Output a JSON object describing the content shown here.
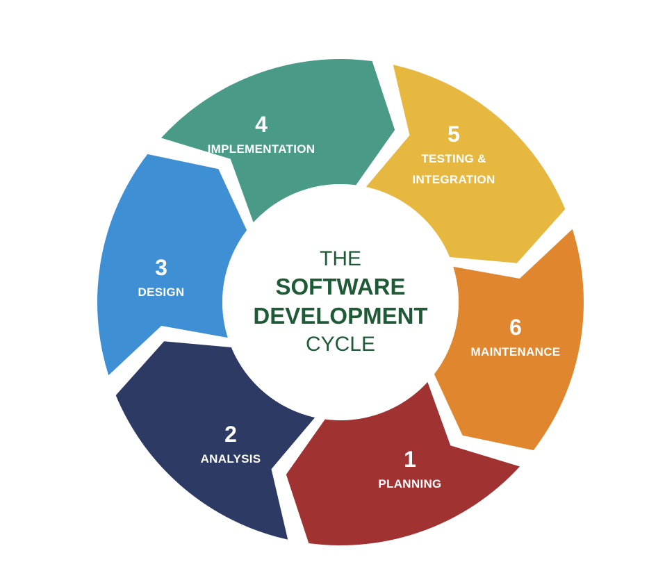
{
  "center": {
    "line1": "THE",
    "line2": "SOFTWARE",
    "line3": "DEVELOPMENT",
    "line4": "CYCLE"
  },
  "segments": [
    {
      "num": "1",
      "label": [
        "PLANNING"
      ],
      "color": "#a03232"
    },
    {
      "num": "2",
      "label": [
        "ANALYSIS"
      ],
      "color": "#2c3a64"
    },
    {
      "num": "3",
      "label": [
        "DESIGN"
      ],
      "color": "#3f8fd4"
    },
    {
      "num": "4",
      "label": [
        "IMPLEMENTATION"
      ],
      "color": "#4a9a88"
    },
    {
      "num": "5",
      "label": [
        "TESTING &",
        "INTEGRATION"
      ],
      "color": "#e6b840"
    },
    {
      "num": "6",
      "label": [
        "MAINTENANCE"
      ],
      "color": "#e0862e"
    }
  ],
  "colors": {
    "center_text": "#1f5a37",
    "background": "#ffffff"
  }
}
